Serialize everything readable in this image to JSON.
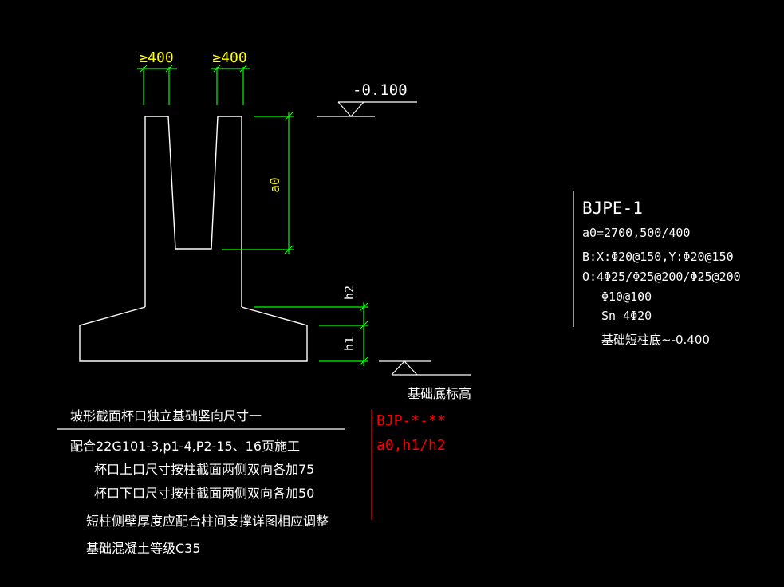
{
  "colors": {
    "background": "#000000",
    "outline": "#ffffff",
    "dimension": "#00ff00",
    "dimension_text": "#ffff00",
    "annotation": "#ff0000",
    "leader": "#ffffff"
  },
  "dimensions": {
    "top_width_left": "≥400",
    "top_width_right": "≥400",
    "cup_depth": "a0",
    "slope_height": "h2",
    "base_height": "h1"
  },
  "elevations": {
    "top": "-0.100",
    "bottom": "基础底标高"
  },
  "spec": {
    "name": "BJPE-1",
    "depths": "a0=2700,500/400",
    "bottom_rebar": "B:X:Φ20@150,Y:Φ20@150",
    "cup_rebar": "O:4Φ25/Φ25@200/Φ25@200",
    "stirrup": "Φ10@100",
    "sn_rebar": "Sn 4Φ20",
    "short_column_bottom": "基础短柱底~-0.400"
  },
  "annotation": {
    "code": "BJP-*-**",
    "params": "a0,h1/h2"
  },
  "notes": {
    "title": "坡形截面杯口独立基础竖向尺寸一",
    "lines": [
      "配合22G101-3,p1-4,P2-15、16页施工",
      "杯口上口尺寸按柱截面两侧双向各加75",
      "杯口下口尺寸按柱截面两侧双向各加50",
      "短柱侧壁厚度应配合柱间支撑详图相应调整",
      "基础混凝土等级C35"
    ]
  }
}
